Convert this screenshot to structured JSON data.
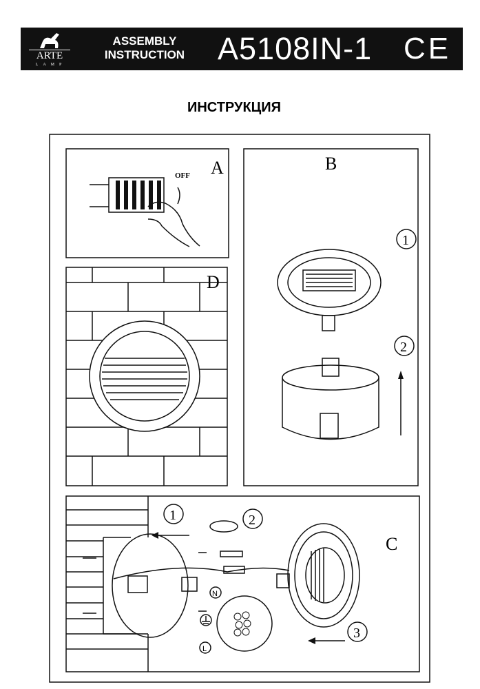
{
  "header": {
    "logo_brand": "ARTE",
    "logo_sub": "LAMP",
    "assembly_line1": "ASSEMBLY",
    "assembly_line2": "INSTRUCTION",
    "model": "A5108IN-1",
    "mark": "CE"
  },
  "title": "ИНСТРУКЦИЯ",
  "panels": {
    "a": {
      "label": "A",
      "switch_state": "OFF"
    },
    "b": {
      "label": "B",
      "step1": "1",
      "step2": "2"
    },
    "c": {
      "label": "C",
      "step1": "1",
      "step2": "2",
      "step3": "3",
      "wire_n": "N",
      "wire_l": "L"
    },
    "d": {
      "label": "D"
    }
  }
}
